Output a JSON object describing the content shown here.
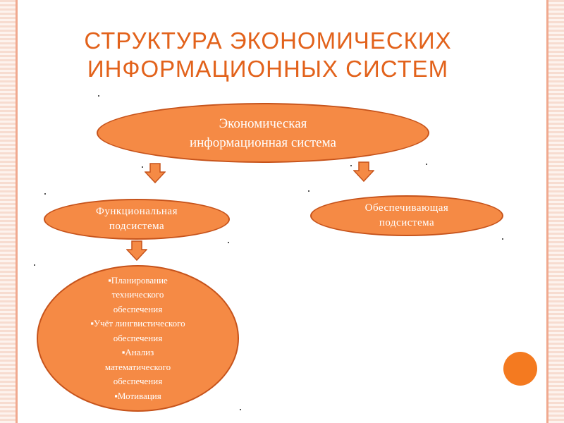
{
  "slide": {
    "title_lines": [
      "СТРУКТУРА ЭКОНОМИЧЕСКИХ",
      "ИНФОРМАЦИОННЫХ СИСТЕМ"
    ]
  },
  "diagram": {
    "root": {
      "lines": [
        "Экономическая",
        "информационная система"
      ]
    },
    "functional": {
      "lines": [
        "Функциональная",
        "подсистема"
      ]
    },
    "supporting": {
      "lines": [
        "Обеспечивающая",
        "подсистема"
      ]
    },
    "functional_items": [
      "▪Планирование",
      "технического",
      "обеспечения",
      "▪Учёт лингвистического",
      "обеспечения",
      "▪Анализ",
      "математического",
      "обеспечения",
      "▪Мотивация"
    ]
  },
  "colors": {
    "accent": "#e2621b",
    "node_fill": "#f58a45",
    "node_border": "#c6531b",
    "decor_circle": "#f47a20"
  },
  "icons": {
    "down_arrow": "down-arrow-icon"
  }
}
